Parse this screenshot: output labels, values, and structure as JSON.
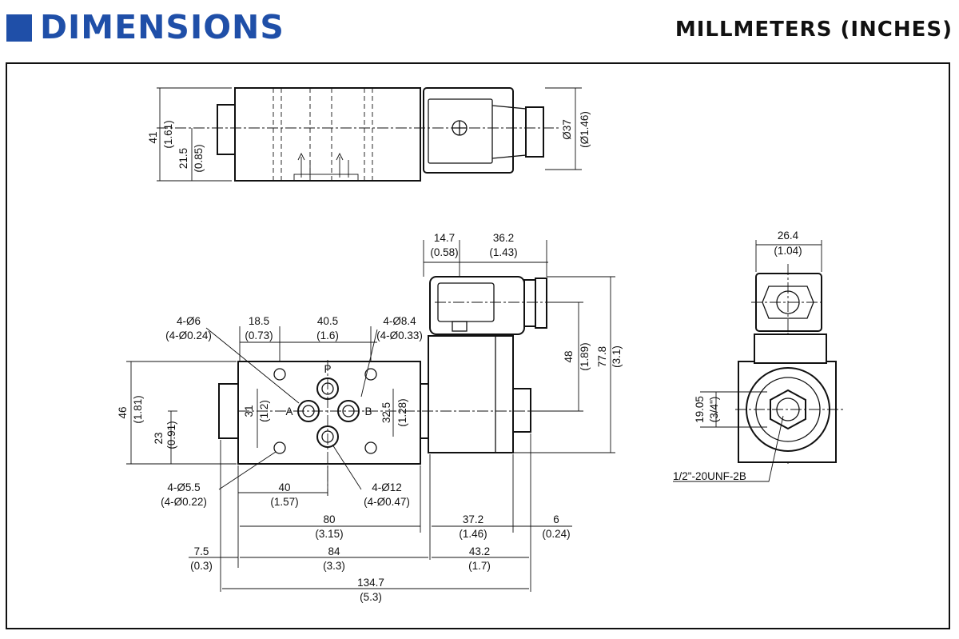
{
  "header": {
    "title": "DIMENSIONS",
    "units": "MILLMETERS (INCHES)",
    "brand_color": "#1f4fa8"
  },
  "top_view": {
    "height_41": "41",
    "height_41_in": "(1.61)",
    "height_21_5": "21.5",
    "height_21_5_in": "(0.85)",
    "dia_37": "Ø37",
    "dia_37_in": "(Ø1.46)"
  },
  "front_view": {
    "d_14_7": "14.7",
    "d_14_7_in": "(0.58)",
    "d_36_2": "36.2",
    "d_36_2_in": "(1.43)",
    "hole_6": "4-Ø6",
    "hole_6_in": "(4-Ø0.24)",
    "d_18_5": "18.5",
    "d_18_5_in": "(0.73)",
    "d_40_5": "40.5",
    "d_40_5_in": "(1.6)",
    "hole_8_4": "4-Ø8.4",
    "hole_8_4_in": "(4-Ø0.33)",
    "d_48": "48",
    "d_48_in": "(1.89)",
    "d_77_8": "77.8",
    "d_77_8_in": "(3.1)",
    "d_46": "46",
    "d_46_in": "(1.81)",
    "d_23": "23",
    "d_23_in": "(0.91)",
    "d_31": "31",
    "d_31_in": "(1.2)",
    "d_32_5": "32.5",
    "d_32_5_in": "(1.28)",
    "port_p": "P",
    "port_a": "A",
    "port_b": "B",
    "hole_5_5": "4-Ø5.5",
    "hole_5_5_in": "(4-Ø0.22)",
    "d_40": "40",
    "d_40_in": "(1.57)",
    "hole_12": "4-Ø12",
    "hole_12_in": "(4-Ø0.47)",
    "d_80": "80",
    "d_80_in": "(3.15)",
    "d_37_2": "37.2",
    "d_37_2_in": "(1.46)",
    "d_6": "6",
    "d_6_in": "(0.24)",
    "d_7_5": "7.5",
    "d_7_5_in": "(0.3)",
    "d_84": "84",
    "d_84_in": "(3.3)",
    "d_43_2": "43.2",
    "d_43_2_in": "(1.7)",
    "d_134_7": "134.7",
    "d_134_7_in": "(5.3)"
  },
  "side_view": {
    "d_26_4": "26.4",
    "d_26_4_in": "(1.04)",
    "d_19_05": "19.05",
    "d_19_05_in": "(3/4\")",
    "thread": "1/2\"-20UNF-2B"
  }
}
